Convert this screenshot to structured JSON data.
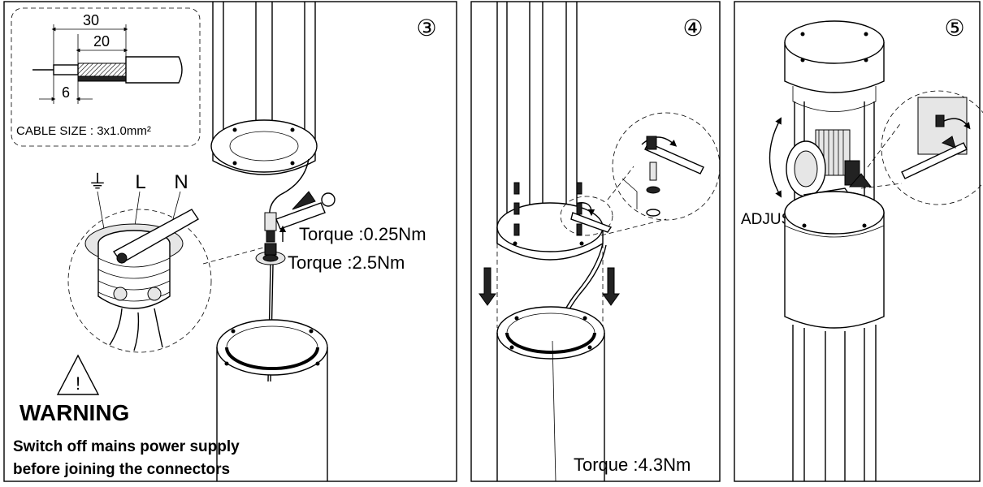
{
  "panels": [
    {
      "step": "③",
      "cable_dims": [
        "30",
        "20",
        "6"
      ],
      "cable_size": "CABLE SIZE : 3x1.0mm²",
      "terminal_labels": [
        "⏚",
        "L",
        "N"
      ],
      "torque_screw": "Torque :0.25Nm",
      "torque_gland": "Torque :2.5Nm",
      "warning_symbol": "!",
      "warning_title": "WARNING",
      "warning_line1": "Switch off mains power supply",
      "warning_line2": "before joining the connectors"
    },
    {
      "step": "④",
      "torque_bolts": "Torque :4.3Nm"
    },
    {
      "step": "⑤",
      "adjust_label": "ADJUST"
    }
  ]
}
